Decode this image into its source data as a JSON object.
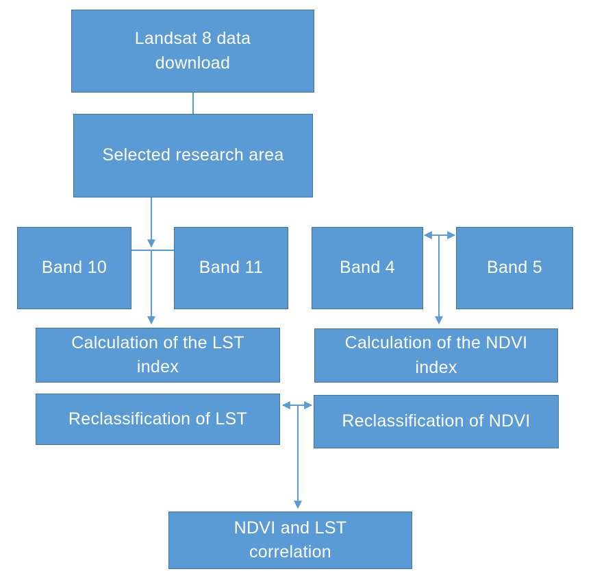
{
  "diagram": {
    "nodes": {
      "landsat_download": "Landsat 8 data download",
      "research_area": "Selected research area",
      "band10": "Band 10",
      "band11": "Band 11",
      "band4": "Band 4",
      "band5": "Band 5",
      "lst_calc": "Calculation of the LST index",
      "ndvi_calc": "Calculation of the NDVI index",
      "lst_reclass": "Reclassification of LST",
      "ndvi_reclass": "Reclassification of NDVI",
      "correlation": "NDVI and LST correlation"
    },
    "colors": {
      "box_fill": "#5b9bd5",
      "box_border": "#41719c",
      "text": "#ffffff",
      "connector": "#5b9bd5"
    }
  }
}
